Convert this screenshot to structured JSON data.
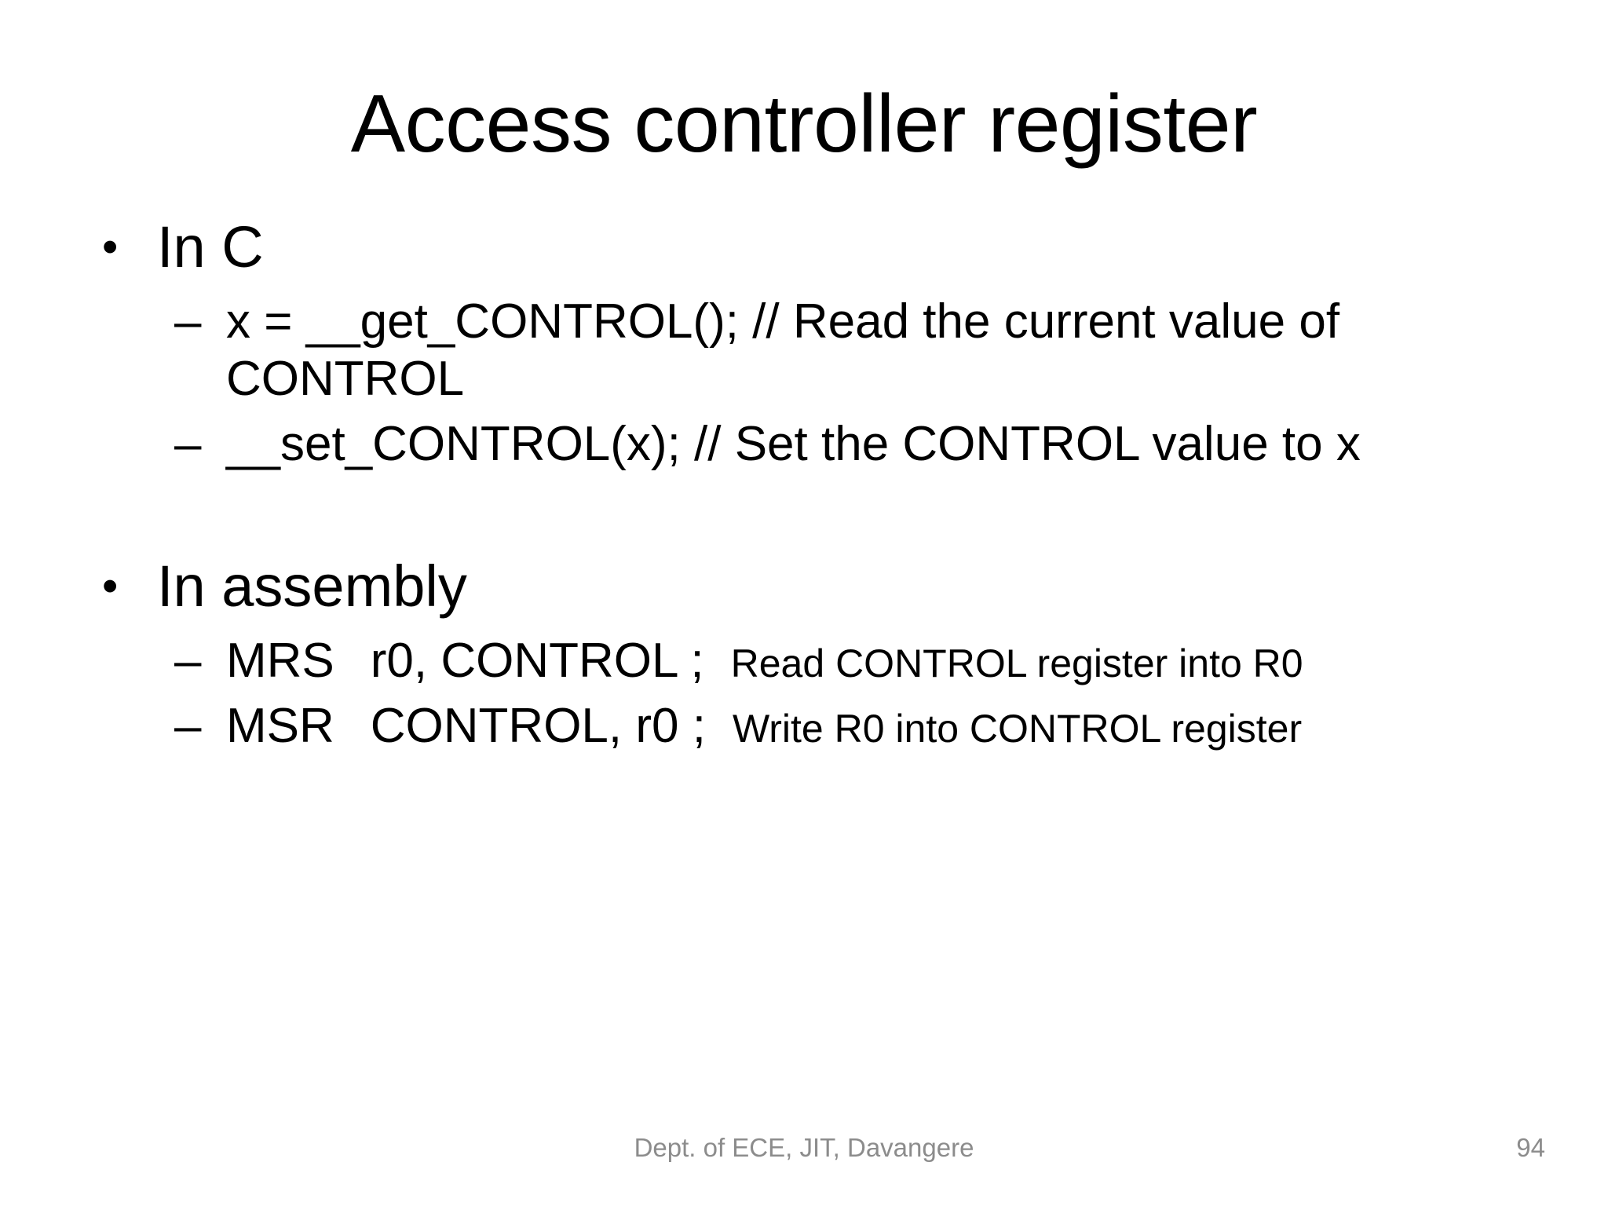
{
  "slide": {
    "title": "Access controller register",
    "bullet_glyph": "•",
    "dash_glyph": "–",
    "sections": [
      {
        "heading": "In C",
        "items": [
          {
            "code": "x = __get_CONTROL(); // Read the current value of CONTROL",
            "comment": ""
          },
          {
            "code": "__set_CONTROL(x); // Set the CONTROL value to x",
            "comment": ""
          }
        ]
      },
      {
        "heading": "In assembly",
        "items": [
          {
            "code": "MRS",
            "operands": "r0, CONTROL ;",
            "comment": "Read CONTROL register into R0"
          },
          {
            "code": "MSR",
            "operands": "CONTROL, r0 ;",
            "comment": "Write R0 into CONTROL register"
          }
        ]
      }
    ],
    "footer": {
      "center": "Dept. of ECE, JIT, Davangere",
      "page_number": "94"
    },
    "colors": {
      "text": "#000000",
      "footer_text": "#8c8c8c",
      "background": "#ffffff"
    }
  }
}
